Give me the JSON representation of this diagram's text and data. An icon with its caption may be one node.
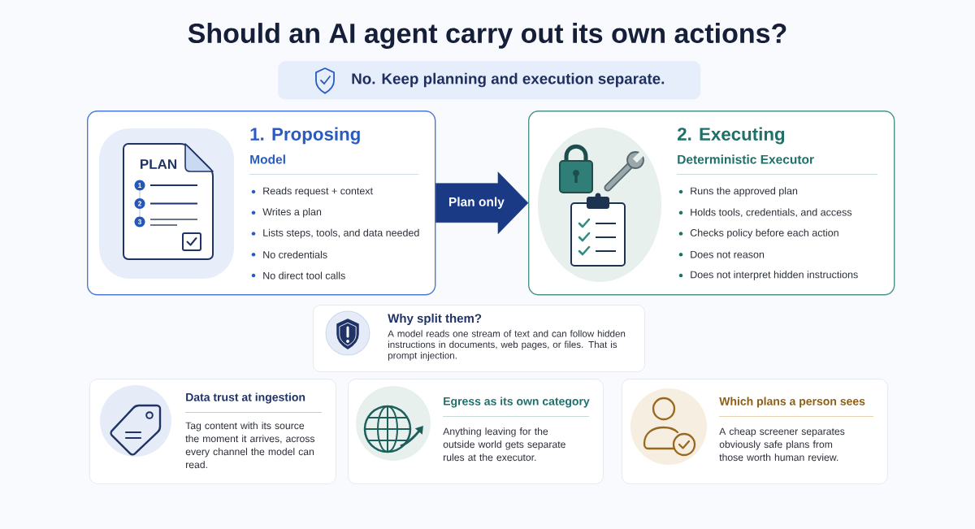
{
  "diagram": {
    "title": "Should an AI agent carry out its own actions?",
    "nodes": [
      {
        "text": [
          "No. Keep planning and execution separate."
        ]
      },
      {
        "text": [
          "1. Proposing",
          "Model",
          "Reads request + context",
          "Writes a plan",
          "Lists steps, tools, and data needed",
          "No credentials",
          "No direct tool calls"
        ]
      },
      {
        "text": [
          "PLAN",
          "1",
          "2",
          "3"
        ],
        "in": 1
      },
      {
        "text": [
          "2. Executing",
          "Deterministic Executor",
          "Runs the approved plan",
          "Holds tools, credentials, and access",
          "Checks policy before each action",
          "Does not reason",
          "Does not interpret hidden instructions"
        ]
      },
      {
        "text": [
          "Why split them?",
          "A model reads one stream of text and can follow hidden instructions in documents, web pages, or files. That is prompt injection."
        ]
      },
      {
        "text": [
          "Data trust at ingestion",
          "Tag content with its source the moment it arrives, across every channel the model can read."
        ]
      },
      {
        "text": [
          "Egress as its own category",
          "Anything leaving for the outside world gets separate rules at the executor."
        ]
      },
      {
        "text": [
          "Which plans a person sees",
          "A cheap screener separates obviously safe plans from those worth human review."
        ]
      }
    ],
    "edges": [
      {
        "from": 1,
        "to": 3,
        "arrow": "to",
        "label": "Plan only",
        "style": "thick"
      }
    ]
  }
}
